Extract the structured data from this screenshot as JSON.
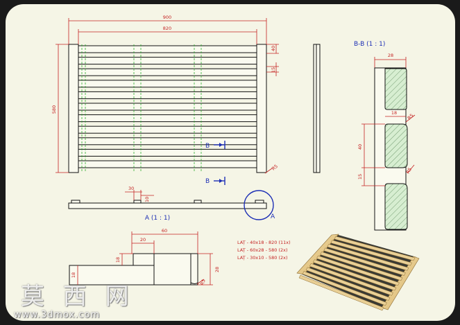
{
  "views": {
    "top_view": {
      "dim_overall_width": "900",
      "dim_inner_width": "820",
      "dim_height": "580",
      "dim_slat_width": "40",
      "dim_gap": "15",
      "dim_corner": "R5"
    },
    "section_markers": {
      "label_upper": "B",
      "label_lower": "B"
    },
    "side_view": {
      "dim_a": "30",
      "dim_b": "10",
      "detail_mark": "A"
    },
    "section_bb": {
      "title": "B-B  (1 : 1)",
      "dim_depth": "28",
      "dim_inner": "18",
      "dim_slat": "40",
      "dim_gap": "15",
      "dim_r_top": "R5",
      "dim_r_bottom": "R5"
    },
    "detail_a": {
      "title": "A  (1 : 1)",
      "dim_60": "60",
      "dim_20": "20",
      "dim_18a": "18",
      "dim_18b": "18",
      "dim_28": "28",
      "dim_r5": "R5"
    }
  },
  "parts_list": [
    "LAȚ - 40x18 - 820 (11x)",
    "LAȚ - 60x28 - 580 (2x)",
    "LAȚ - 30x10 - 580 (2x)"
  ],
  "colors": {
    "background": "#1a1a1a",
    "sheet": "#f5f5e6",
    "dimension": "#c42222",
    "section_marker": "#1d2fb5",
    "hidden_line": "#2fae2f",
    "hatch_fill": "#d7eed1",
    "wood": "#e9cf95"
  },
  "watermark": {
    "brand": "莫 西 网",
    "url": "www.3dmox.com"
  }
}
